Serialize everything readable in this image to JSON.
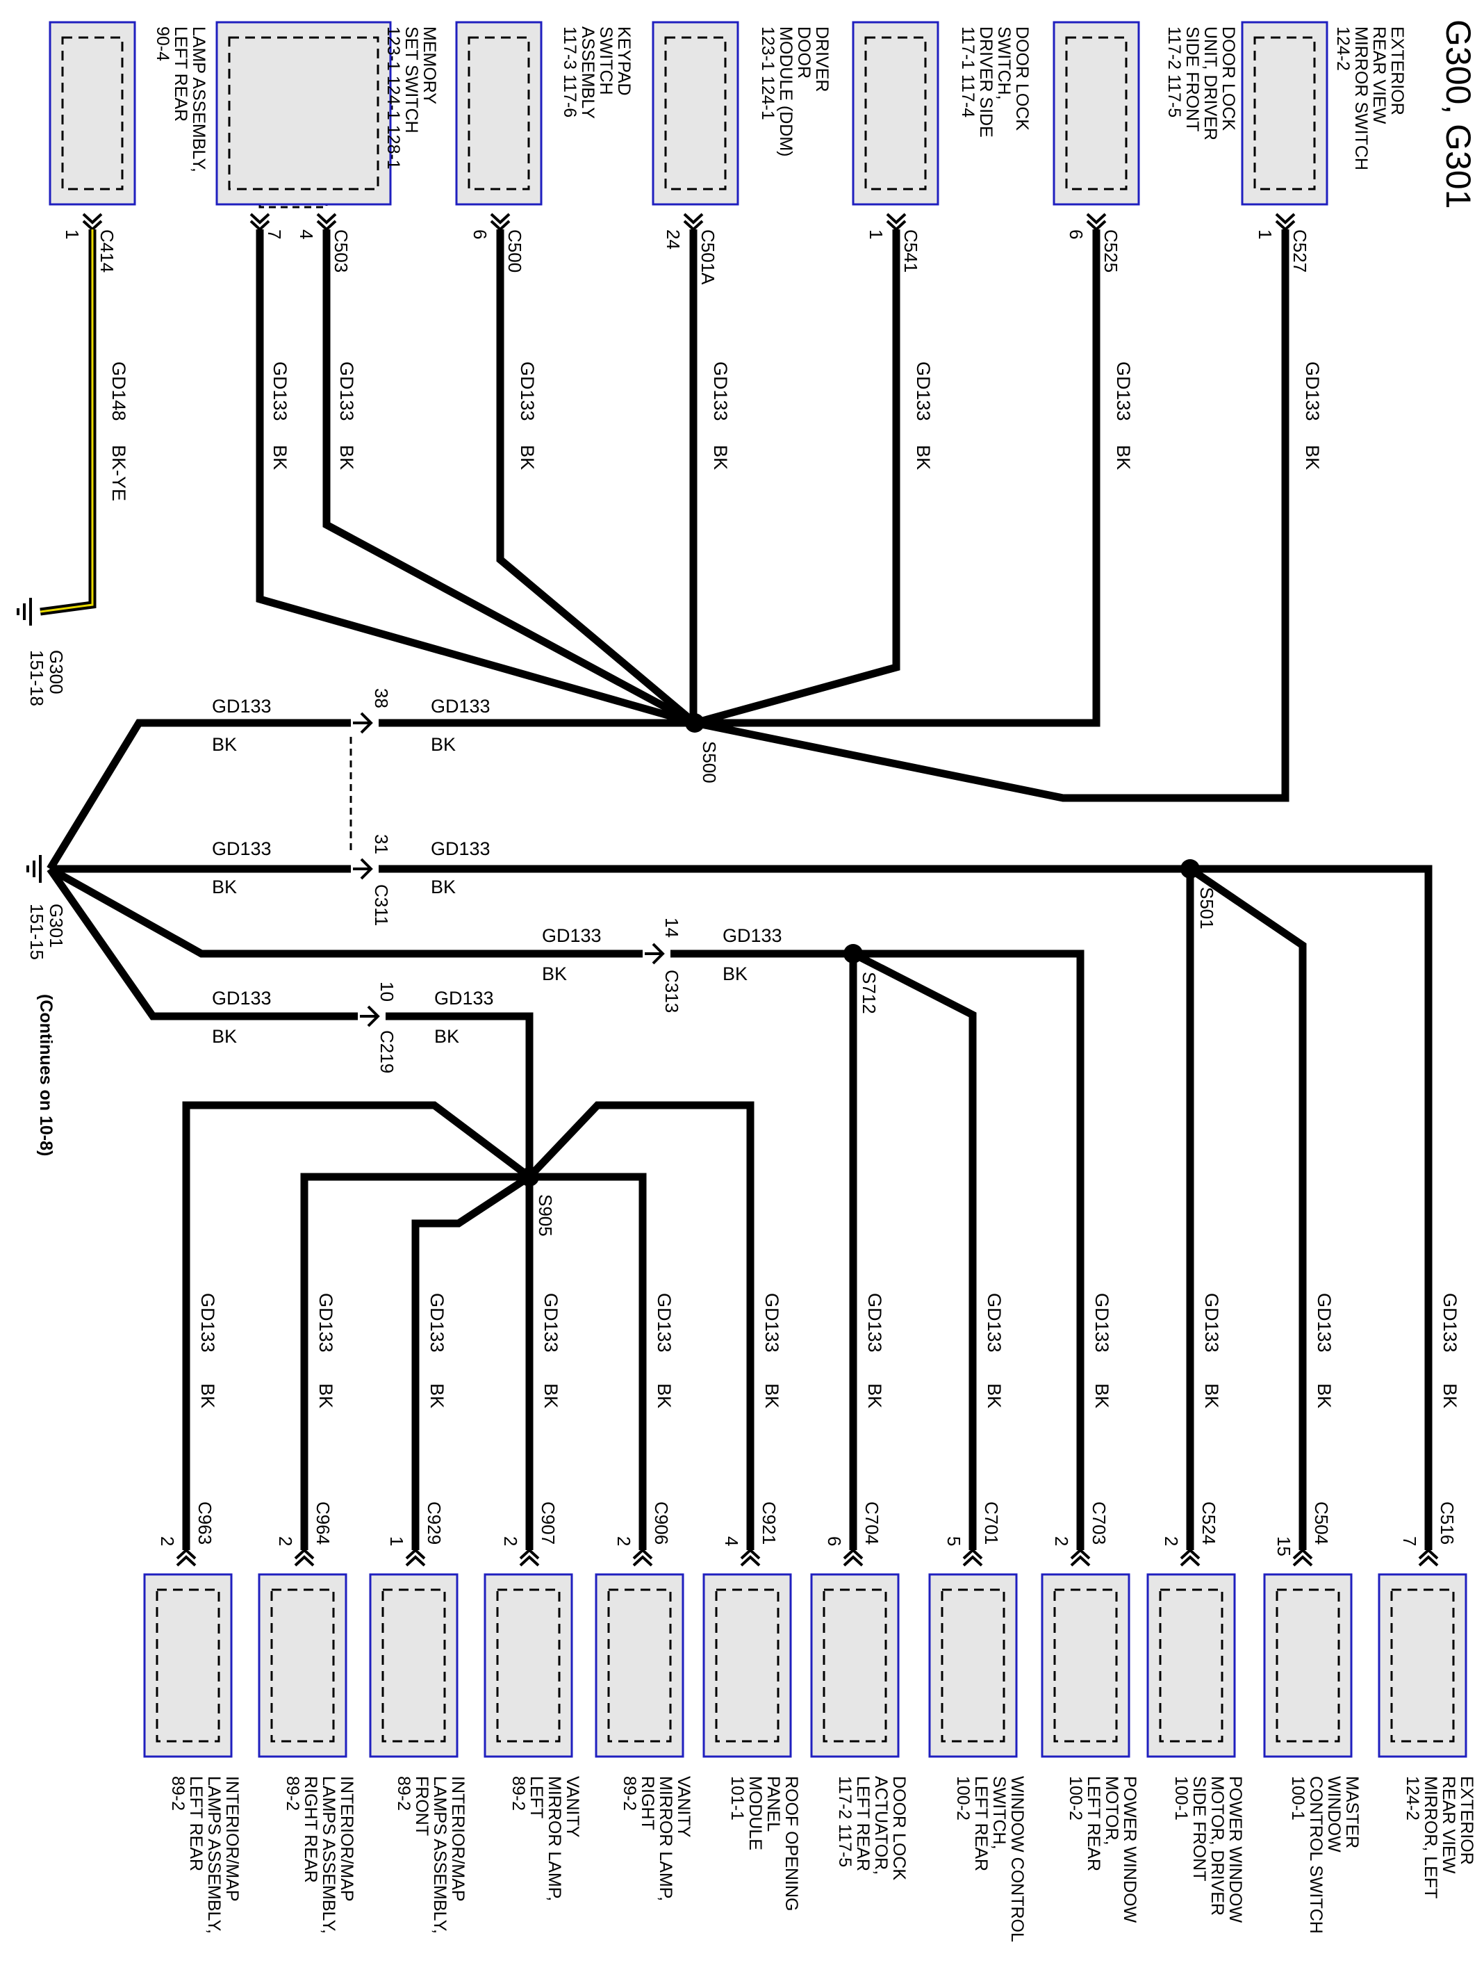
{
  "title": "G300, G301",
  "note": "(Continues on 10-8)",
  "wire_color_dark": "#000000",
  "wire_color_yellow": "#e8d900",
  "box_fill": "#e6e6e6",
  "box_border": "#1f1fbf",
  "top_components": [
    {
      "id": "ext-mirror-switch",
      "name": [
        "EXTERIOR",
        "REAR VIEW",
        "MIRROR SWITCH",
        "124-2"
      ],
      "connector": "C527",
      "pin": "1",
      "wire": "GD133",
      "color": "BK"
    },
    {
      "id": "door-lock-unit-driver",
      "name": [
        "DOOR LOCK",
        "UNIT, DRIVER",
        "SIDE FRONT",
        "117-2     117-5"
      ],
      "connector": "C525",
      "pin": "6",
      "wire": "GD133",
      "color": "BK"
    },
    {
      "id": "door-lock-switch-driver",
      "name": [
        "DOOR LOCK",
        "SWITCH,",
        "DRIVER SIDE",
        "117-1    117-4"
      ],
      "connector": "C541",
      "pin": "1",
      "wire": "GD133",
      "color": "BK"
    },
    {
      "id": "driver-door-module",
      "name": [
        "DRIVER",
        "DOOR",
        "MODULE (DDM)",
        "123-1     124-1"
      ],
      "connector": "C501A",
      "pin": "24",
      "wire": "GD133",
      "color": "BK"
    },
    {
      "id": "keypad-switch",
      "name": [
        "KEYPAD",
        "SWITCH",
        "ASSEMBLY",
        "117-3    117-6"
      ],
      "connector": "C500",
      "pin": "6",
      "wire": "GD133",
      "color": "BK"
    },
    {
      "id": "memory-set-switch",
      "name": [
        "MEMORY",
        "SET SWITCH",
        "123-1   124-1   128-1"
      ],
      "connector": "C503",
      "pins": [
        "4",
        "7"
      ],
      "wire": "GD133",
      "color": "BK"
    },
    {
      "id": "lamp-assembly-left-rear",
      "name": [
        "LAMP ASSEMBLY,",
        "LEFT REAR",
        "90-4"
      ],
      "connector": "C414",
      "pin": "1",
      "wire": "GD148",
      "color": "BK-YE"
    }
  ],
  "bottom_components": [
    {
      "id": "ext-mirror-left",
      "name": [
        "EXTERIOR",
        "REAR VIEW",
        "MIRROR, LEFT",
        "124-2"
      ],
      "connector": "C516",
      "pin": "7",
      "wire": "GD133",
      "color": "BK"
    },
    {
      "id": "master-window-switch",
      "name": [
        "MASTER",
        "WINDOW",
        "CONTROL SWITCH",
        "100-1"
      ],
      "connector": "C504",
      "pin": "15",
      "wire": "GD133",
      "color": "BK"
    },
    {
      "id": "pw-motor-driver-front",
      "name": [
        "POWER WINDOW",
        "MOTOR, DRIVER",
        "SIDE FRONT",
        "100-1"
      ],
      "connector": "C524",
      "pin": "2",
      "wire": "GD133",
      "color": "BK"
    },
    {
      "id": "pw-motor-left-rear",
      "name": [
        "POWER WINDOW",
        "MOTOR,",
        "LEFT REAR",
        "100-2"
      ],
      "connector": "C703",
      "pin": "2",
      "wire": "GD133",
      "color": "BK"
    },
    {
      "id": "window-control-switch-lr",
      "name": [
        "WINDOW CONTROL",
        "SWITCH,",
        "LEFT REAR",
        "100-2"
      ],
      "connector": "C701",
      "pin": "5",
      "wire": "GD133",
      "color": "BK"
    },
    {
      "id": "door-lock-actuator-lr",
      "name": [
        "DOOR LOCK",
        "ACTUATOR,",
        "LEFT REAR",
        "117-2     117-5"
      ],
      "connector": "C704",
      "pin": "6",
      "wire": "GD133",
      "color": "BK"
    },
    {
      "id": "roof-opening-panel",
      "name": [
        "ROOF OPENING",
        "PANEL",
        "MODULE",
        "101-1"
      ],
      "connector": "C921",
      "pin": "4",
      "wire": "GD133",
      "color": "BK"
    },
    {
      "id": "vanity-lamp-right",
      "name": [
        "VANITY",
        "MIRROR LAMP,",
        "RIGHT",
        "89-2"
      ],
      "connector": "C906",
      "pin": "2",
      "wire": "GD133",
      "color": "BK"
    },
    {
      "id": "vanity-lamp-left",
      "name": [
        "VANITY",
        "MIRROR LAMP,",
        "LEFT",
        "89-2"
      ],
      "connector": "C907",
      "pin": "2",
      "wire": "GD133",
      "color": "BK"
    },
    {
      "id": "interior-map-front",
      "name": [
        "INTERIOR/MAP",
        "LAMPS ASSEMBLY,",
        "FRONT",
        "89-2"
      ],
      "connector": "C929",
      "pin": "1",
      "wire": "GD133",
      "color": "BK"
    },
    {
      "id": "interior-map-right-rear",
      "name": [
        "INTERIOR/MAP",
        "LAMPS ASSEMBLY,",
        "RIGHT REAR",
        "89-2"
      ],
      "connector": "C964",
      "pin": "2",
      "wire": "GD133",
      "color": "BK"
    },
    {
      "id": "interior-map-left-rear",
      "name": [
        "INTERIOR/MAP",
        "LAMPS ASSEMBLY,",
        "LEFT REAR",
        "89-2"
      ],
      "connector": "C963",
      "pin": "2",
      "wire": "GD133",
      "color": "BK"
    }
  ],
  "splices": [
    "S500",
    "S501",
    "S712",
    "S905"
  ],
  "inline_connectors": [
    {
      "name": "C311",
      "pins": [
        "38",
        "31"
      ]
    },
    {
      "name": "C313",
      "pin": "14"
    },
    {
      "name": "C219",
      "pin": "10"
    }
  ],
  "grounds": [
    {
      "name": "G300",
      "ref": "151-18"
    },
    {
      "name": "G301",
      "ref": "151-15"
    }
  ],
  "horizontal_wire_labels": {
    "run1_left": [
      "GD133",
      "BK"
    ],
    "run1_right": [
      "GD133",
      "BK"
    ],
    "run2_left": [
      "GD133",
      "BK"
    ],
    "run2_right": [
      "GD133",
      "BK"
    ],
    "run3_left": [
      "GD133",
      "BK"
    ],
    "run3_right": [
      "GD133",
      "BK"
    ],
    "run4_left": [
      "GD133",
      "BK"
    ],
    "run4_right": [
      "GD133",
      "BK"
    ]
  }
}
